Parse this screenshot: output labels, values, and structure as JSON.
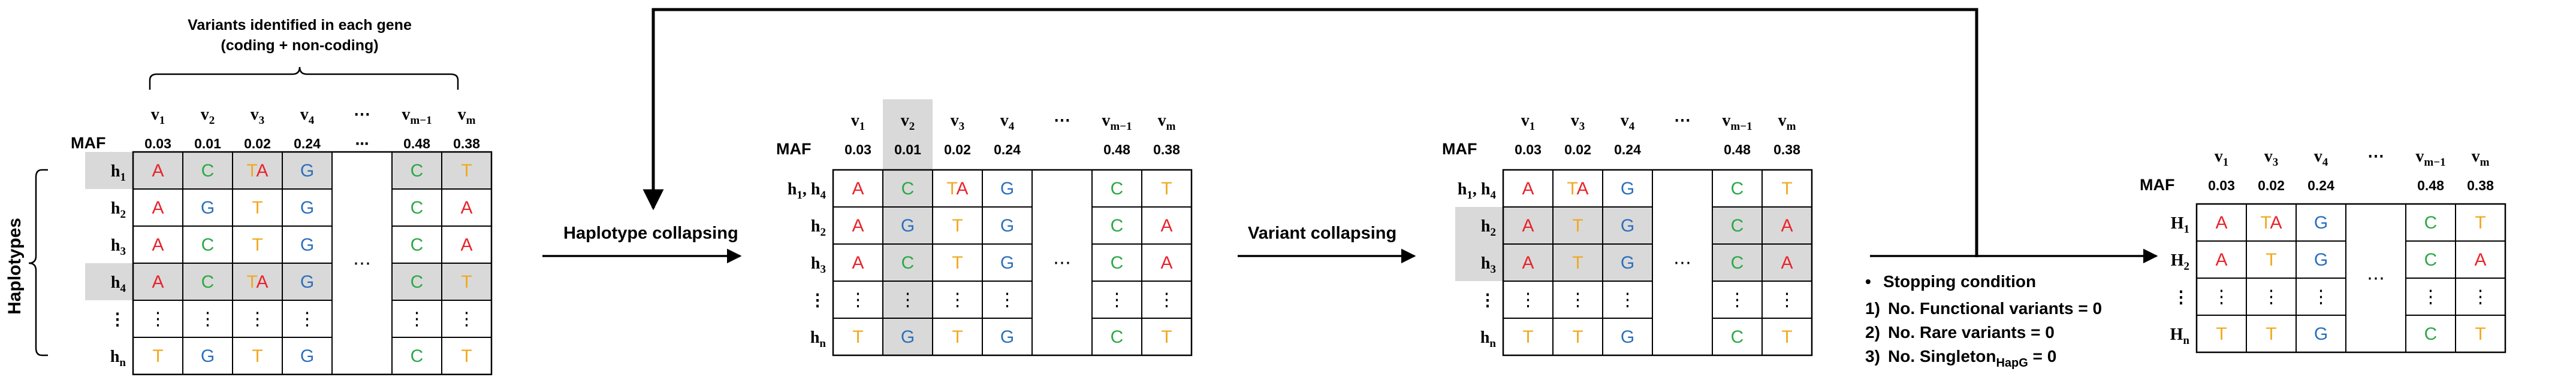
{
  "colors": {
    "A": "#e8232a",
    "C": "#2ca845",
    "G": "#2c6fbb",
    "T": "#f0a920",
    "highlight": "#d9d9d9",
    "line": "#000000"
  },
  "labels": {
    "variants_line1": "Variants identified in each gene",
    "variants_line2": "(coding + non-coding)",
    "haplotypes": "Haplotypes",
    "maf": "MAF",
    "haplotype_collapsing": "Haplotype collapsing",
    "variant_collapsing": "Variant collapsing",
    "ellipsis": "⋯",
    "vdots": "⋮"
  },
  "stopping": {
    "title": "Stopping condition",
    "bullet": "•",
    "items": [
      {
        "num": "1)",
        "text": "No. Functional variants = 0",
        "sub": ""
      },
      {
        "num": "2)",
        "text": "No. Rare variants = 0",
        "sub": ""
      },
      {
        "num": "3)",
        "text": "No. Singleton",
        "sub": "HapG",
        "tail": " = 0"
      }
    ]
  },
  "tables": [
    {
      "headers": [
        {
          "b": "v",
          "s": "1"
        },
        {
          "b": "v",
          "s": "2"
        },
        {
          "b": "v",
          "s": "3"
        },
        {
          "b": "v",
          "s": "4"
        },
        {
          "b": "⋯",
          "s": ""
        },
        {
          "b": "v",
          "s": "m−1"
        },
        {
          "b": "v",
          "s": "m"
        }
      ],
      "maf": [
        "0.03",
        "0.01",
        "0.02",
        "0.24",
        "⋯",
        "0.48",
        "0.38"
      ],
      "rows": [
        {
          "b": "h",
          "s": "1",
          "cells": [
            "A",
            "C",
            "TA",
            "G",
            "⋯",
            "C",
            "T"
          ]
        },
        {
          "b": "h",
          "s": "2",
          "cells": [
            "A",
            "G",
            "T",
            "G",
            "",
            "C",
            "A"
          ]
        },
        {
          "b": "h",
          "s": "3",
          "cells": [
            "A",
            "C",
            "T",
            "G",
            "",
            "C",
            "A"
          ]
        },
        {
          "b": "h",
          "s": "4",
          "cells": [
            "A",
            "C",
            "TA",
            "G",
            "",
            "C",
            "T"
          ]
        },
        {
          "b": "⋮",
          "s": "",
          "cells": [
            "⋮",
            "⋮",
            "⋮",
            "⋮",
            "",
            "⋮",
            "⋮"
          ]
        },
        {
          "b": "h",
          "s": "n",
          "cells": [
            "T",
            "G",
            "T",
            "G",
            "",
            "C",
            "T"
          ]
        }
      ]
    },
    {
      "headers": [
        {
          "b": "v",
          "s": "1"
        },
        {
          "b": "v",
          "s": "2"
        },
        {
          "b": "v",
          "s": "3"
        },
        {
          "b": "v",
          "s": "4"
        },
        {
          "b": "⋯",
          "s": ""
        },
        {
          "b": "v",
          "s": "m−1"
        },
        {
          "b": "v",
          "s": "m"
        }
      ],
      "maf": [
        "0.03",
        "0.01",
        "0.02",
        "0.24",
        "",
        "0.48",
        "0.38"
      ],
      "rows": [
        {
          "b": "h",
          "s": "1",
          "b2": ", h",
          "s2": "4",
          "cells": [
            "A",
            "C",
            "TA",
            "G",
            "⋯",
            "C",
            "T"
          ]
        },
        {
          "b": "h",
          "s": "2",
          "cells": [
            "A",
            "G",
            "T",
            "G",
            "",
            "C",
            "A"
          ]
        },
        {
          "b": "h",
          "s": "3",
          "cells": [
            "A",
            "C",
            "T",
            "G",
            "",
            "C",
            "A"
          ]
        },
        {
          "b": "⋮",
          "s": "",
          "cells": [
            "⋮",
            "⋮",
            "⋮",
            "⋮",
            "",
            "⋮",
            "⋮"
          ]
        },
        {
          "b": "h",
          "s": "n",
          "cells": [
            "T",
            "G",
            "T",
            "G",
            "",
            "C",
            "T"
          ]
        }
      ]
    },
    {
      "headers": [
        {
          "b": "v",
          "s": "1"
        },
        {
          "b": "v",
          "s": "3"
        },
        {
          "b": "v",
          "s": "4"
        },
        {
          "b": "⋯",
          "s": ""
        },
        {
          "b": "v",
          "s": "m−1"
        },
        {
          "b": "v",
          "s": "m"
        }
      ],
      "maf": [
        "0.03",
        "0.02",
        "0.24",
        "",
        "0.48",
        "0.38"
      ],
      "rows": [
        {
          "b": "h",
          "s": "1",
          "b2": ", h",
          "s2": "4",
          "cells": [
            "A",
            "TA",
            "G",
            "⋯",
            "C",
            "T"
          ]
        },
        {
          "b": "h",
          "s": "2",
          "cells": [
            "A",
            "T",
            "G",
            "",
            "C",
            "A"
          ]
        },
        {
          "b": "h",
          "s": "3",
          "cells": [
            "A",
            "T",
            "G",
            "",
            "C",
            "A"
          ]
        },
        {
          "b": "⋮",
          "s": "",
          "cells": [
            "⋮",
            "⋮",
            "⋮",
            "",
            "⋮",
            "⋮"
          ]
        },
        {
          "b": "h",
          "s": "n",
          "cells": [
            "T",
            "T",
            "G",
            "",
            "C",
            "T"
          ]
        }
      ]
    },
    {
      "headers": [
        {
          "b": "v",
          "s": "1"
        },
        {
          "b": "v",
          "s": "3"
        },
        {
          "b": "v",
          "s": "4"
        },
        {
          "b": "⋯",
          "s": ""
        },
        {
          "b": "v",
          "s": "m−1"
        },
        {
          "b": "v",
          "s": "m"
        }
      ],
      "maf": [
        "0.03",
        "0.02",
        "0.24",
        "",
        "0.48",
        "0.38"
      ],
      "rows": [
        {
          "b": "H",
          "s": "1",
          "cells": [
            "A",
            "TA",
            "G",
            "⋯",
            "C",
            "T"
          ]
        },
        {
          "b": "H",
          "s": "2",
          "cells": [
            "A",
            "T",
            "G",
            "",
            "C",
            "A"
          ]
        },
        {
          "b": "⋮",
          "s": "",
          "cells": [
            "⋮",
            "⋮",
            "⋮",
            "",
            "⋮",
            "⋮"
          ]
        },
        {
          "b": "H",
          "s": "n",
          "cells": [
            "T",
            "T",
            "G",
            "",
            "C",
            "T"
          ]
        }
      ]
    }
  ]
}
